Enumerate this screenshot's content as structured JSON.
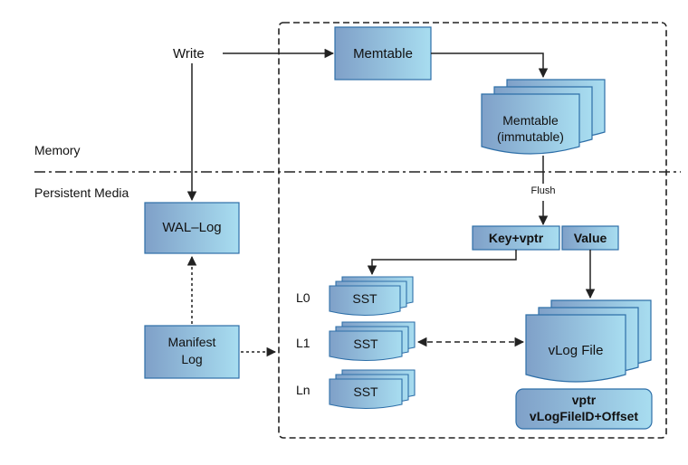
{
  "labels": {
    "write": "Write",
    "memtable": "Memtable",
    "memtable_immutable_line1": "Memtable",
    "memtable_immutable_line2": "(immutable)",
    "memory": "Memory",
    "persistent_media": "Persistent Media",
    "flush": "Flush",
    "wal_log": "WAL–Log",
    "key_vptr": "Key+vptr",
    "value": "Value",
    "manifest_line1": "Manifest",
    "manifest_line2": "Log",
    "level_l0": "L0",
    "level_l1": "L1",
    "level_ln": "Ln",
    "sst_l0": "SST",
    "sst_l1": "SST",
    "sst_ln": "SST",
    "vlog_file": "vLog File",
    "vptr_line1": "vptr",
    "vptr_line2": "vLogFileID+Offset"
  },
  "colors": {
    "box_gradient_start": "#7FA0C8",
    "box_gradient_end": "#A8DDF0",
    "box_stroke": "#2E6FA8",
    "line": "#222222",
    "text": "#111111"
  }
}
